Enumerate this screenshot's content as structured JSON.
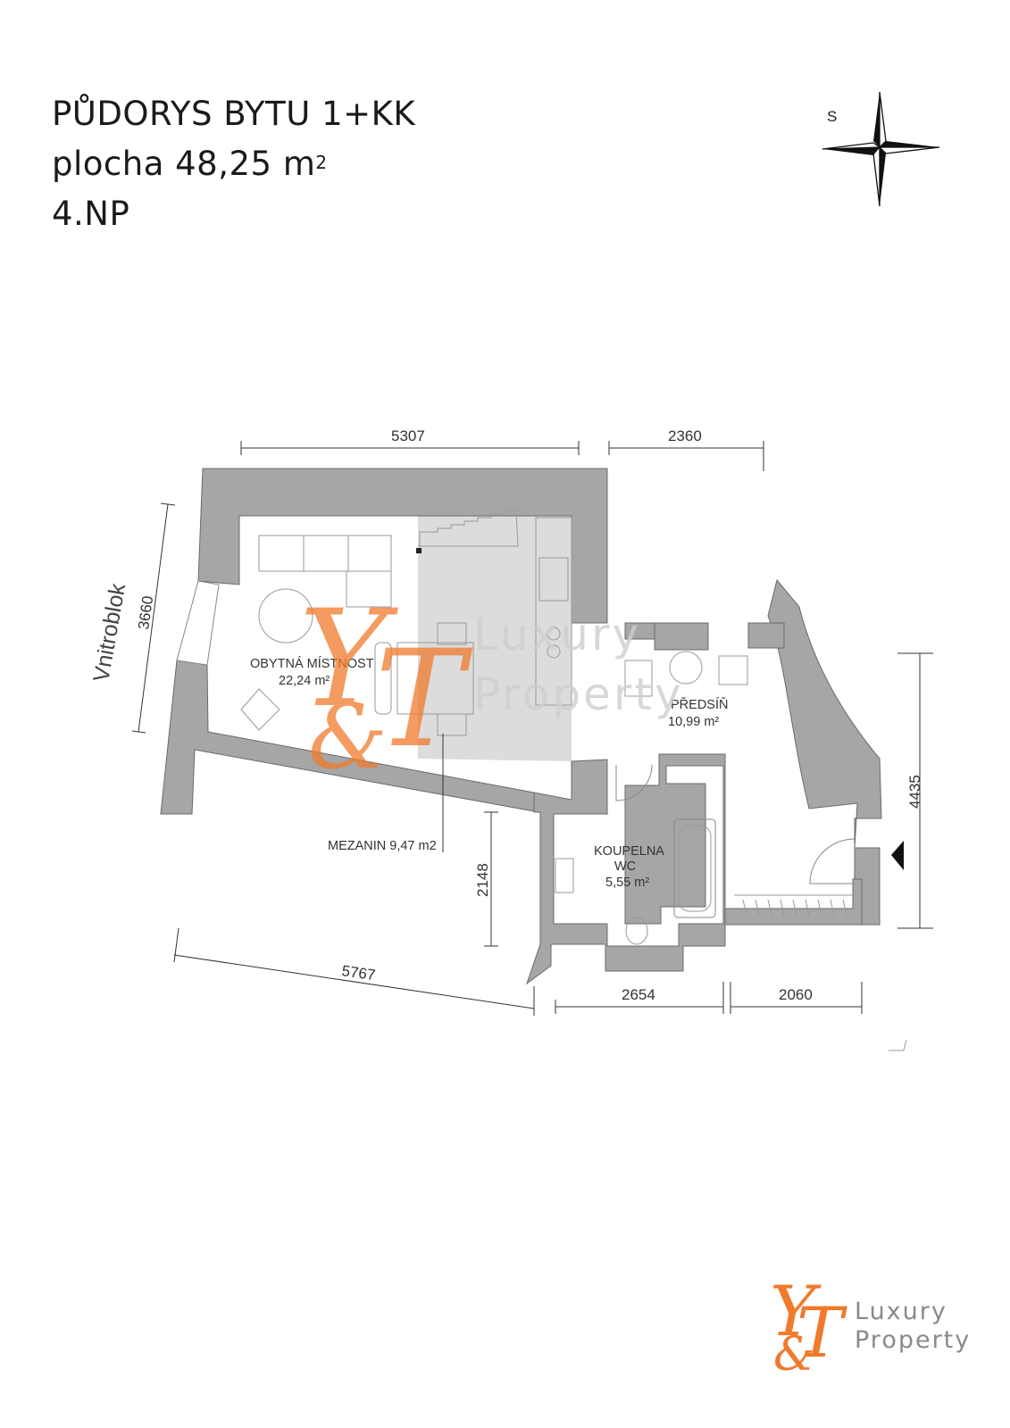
{
  "header": {
    "title": "PŮDORYS BYTU 1+KK",
    "area_label": "plocha 48,25 m",
    "area_sup": "2",
    "floor": "4.NP"
  },
  "compass": {
    "label": "S"
  },
  "side_label": "Vnitroblok",
  "dimensions": {
    "top_left": "5307",
    "top_right": "2360",
    "left": "3660",
    "right": "4435",
    "middle": "2148",
    "bottom_left": "5767",
    "bottom_mid": "2654",
    "bottom_right": "2060"
  },
  "rooms": {
    "living": {
      "name": "OBYTNÁ MÍSTNOST",
      "area": "22,24 m²"
    },
    "hall": {
      "name": "PŘEDSÍŇ",
      "area": "10,99 m²"
    },
    "bath": {
      "name1": "KOUPELNA",
      "name2": "WC",
      "area": "5,55 m²"
    },
    "mezzanine": {
      "label": "MEZANIN 9,47 m2"
    }
  },
  "logo": {
    "line1": "Luxury",
    "line2": "Property"
  },
  "colors": {
    "wall": "#a6a6a6",
    "mezzanine": "#dcdcdc",
    "accent": "#f07a2c"
  }
}
